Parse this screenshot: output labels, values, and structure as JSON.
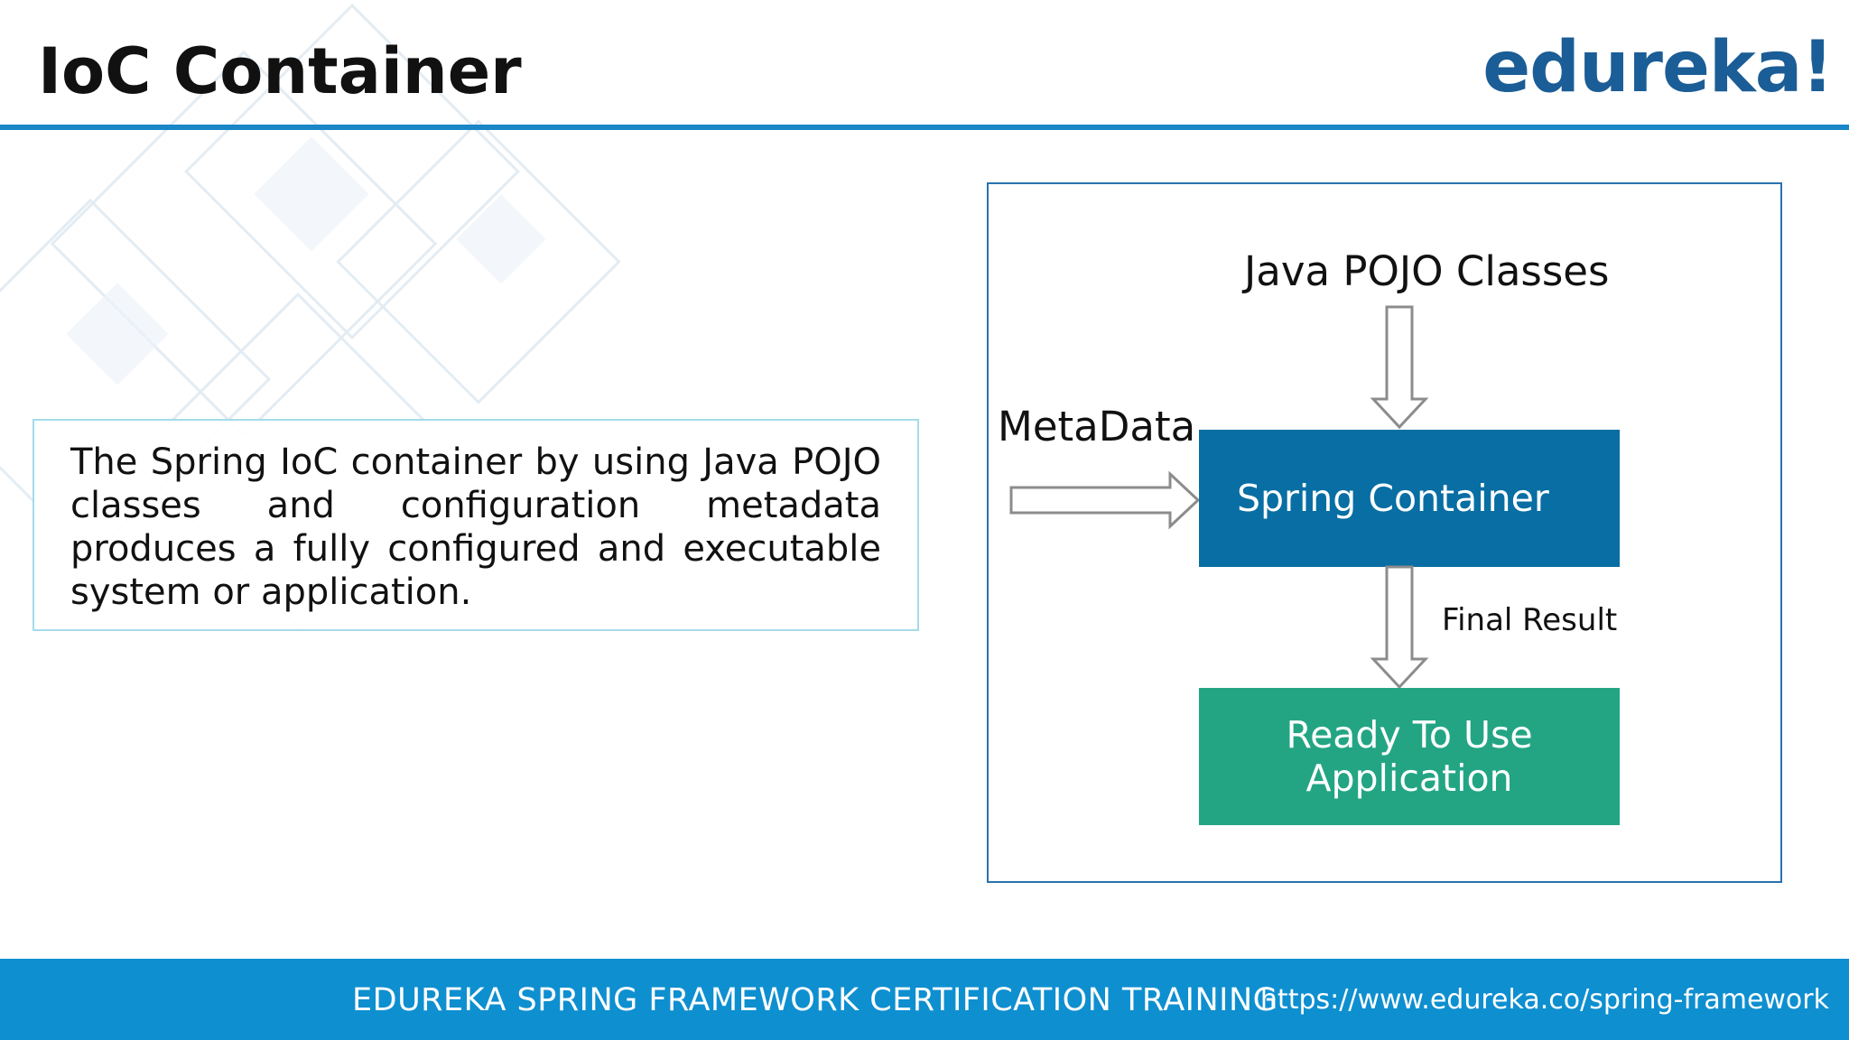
{
  "slide": {
    "title": "IoC Container",
    "logo": "edureka!",
    "description": "The Spring IoC container by using Java POJO classes and configuration metadata produces a fully configured and executable system or application."
  },
  "diagram": {
    "input_top": "Java POJO Classes",
    "input_left": "MetaData",
    "container": "Spring Container",
    "result_label": "Final Result",
    "output_line1": "Ready To Use",
    "output_line2": "Application",
    "colors": {
      "container": "#086ea3",
      "output": "#23a584",
      "frame": "#2a72ad"
    }
  },
  "footer": {
    "course": "EDUREKA SPRING FRAMEWORK CERTIFICATION TRAINING",
    "url": "https://www.edureka.co/spring-framework"
  },
  "colors": {
    "accent": "#1a86c7",
    "footer_bg": "#0e8fd0",
    "logo": "#1b5d96"
  }
}
